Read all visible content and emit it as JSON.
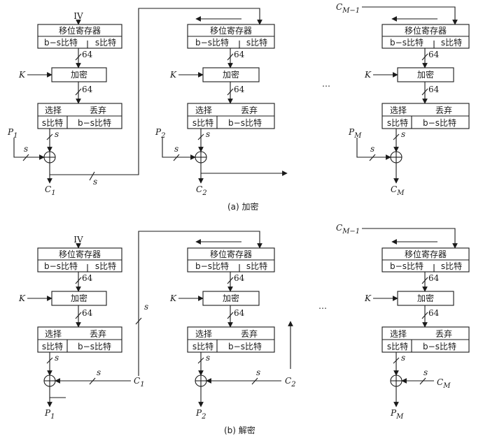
{
  "labels": {
    "iv": "IV",
    "c_m_minus_1": "C",
    "c_m_minus_1_sub": "M−1",
    "shift_register": "移位寄存器",
    "shift_left": "b−s比特",
    "shift_right": "s比特",
    "encrypt": "加密",
    "select": "选择",
    "discard": "丢弃",
    "sel_left": "s比特",
    "sel_right": "b−s比特",
    "width_64": "64",
    "width_s": "s",
    "key": "K",
    "ellipsis": "…",
    "p": "P",
    "c": "C",
    "sub_1": "1",
    "sub_2": "2",
    "sub_m": "M"
  },
  "captions": {
    "encryption": "(a) 加密",
    "decryption": "(b) 解密"
  }
}
